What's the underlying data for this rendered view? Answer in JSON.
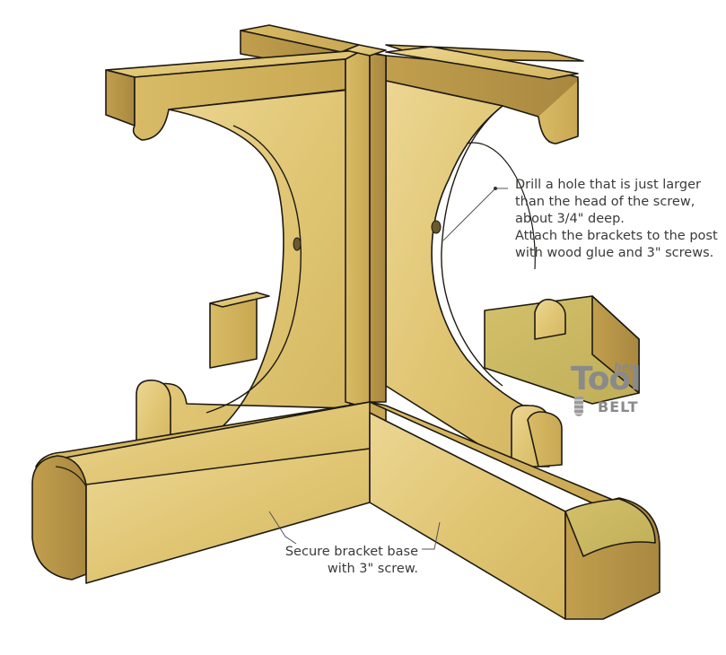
{
  "callouts": {
    "drill": [
      "Drill a hole that is just larger",
      "than the head of the screw,",
      "about 3/4\" deep.",
      "Attach the brackets to the post",
      "with wood glue and 3\" screws."
    ],
    "base": [
      "Secure bracket base",
      "with 3\" screw."
    ]
  },
  "logo": {
    "her": "her",
    "tool": "Tool",
    "belt": "BELT"
  },
  "colors": {
    "wood_light": "#e6cf86",
    "wood_mid": "#d9bc6a",
    "wood_dark": "#b89448",
    "edge": "#1e1a12",
    "text": "#3a3a3a"
  }
}
